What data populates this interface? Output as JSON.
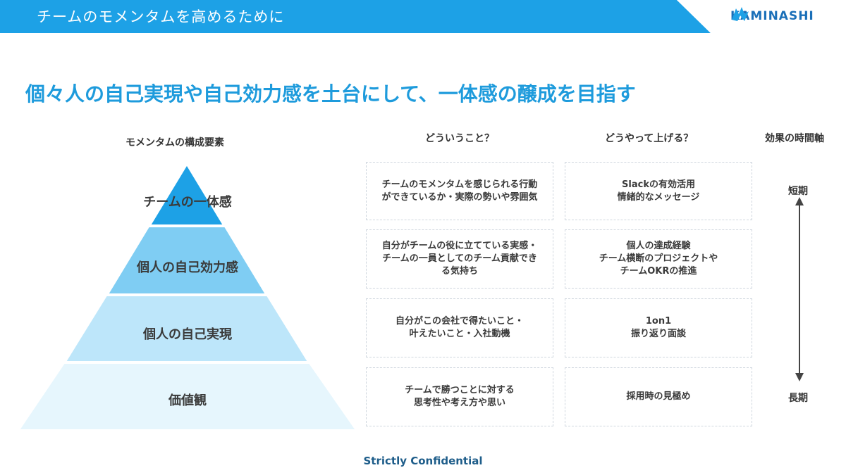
{
  "header": {
    "title": "チームのモメンタムを高めるために",
    "logo_text": "KAMINASHI",
    "bar_color": "#1da1e6"
  },
  "main_title": "個々人の自己実現や自己効力感を土台にして、一体感の醸成を目指す",
  "columns": {
    "pyramid_heading": "モメンタムの構成要素",
    "what_heading": "どういうこと？",
    "how_heading": "どうやって上げる？",
    "time_heading": "効果の時間軸"
  },
  "pyramid": [
    {
      "label": "チームの一体感",
      "color": "#1da1e6"
    },
    {
      "label": "個人の自己効力感",
      "color": "#7fcdf3"
    },
    {
      "label": "個人の自己実現",
      "color": "#bde6fa"
    },
    {
      "label": "価値観",
      "color": "#e6f6fd"
    }
  ],
  "what": [
    "チームのモメンタムを感じられる行動\nができているか・実際の勢いや雰囲気",
    "自分がチームの役に立てている実感・\nチームの一員としてのチーム貢献でき\nる気持ち",
    "自分がこの会社で得たいこと・\n叶えたいこと・入社動機",
    "チームで勝つことに対する\n思考性や考え方や思い"
  ],
  "how": [
    "Slackの有効活用\n情緒的なメッセージ",
    "個人の達成経験\nチーム横断のプロジェクトや\nチームOKRの推進",
    "1on1\n振り返り面談",
    "採用時の見極め"
  ],
  "timeline": {
    "short": "短期",
    "long": "長期"
  },
  "footer": "Strictly Confidential"
}
